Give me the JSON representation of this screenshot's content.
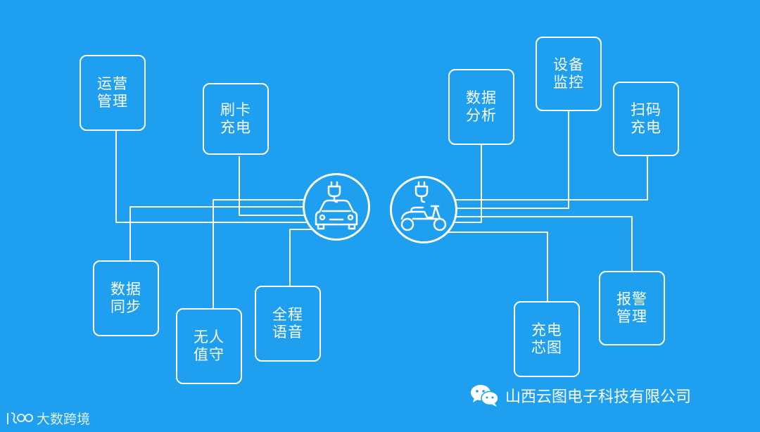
{
  "diagram": {
    "left_hub_icon": "car-charging-icon",
    "right_hub_icon": "scooter-charging-icon",
    "left_features": [
      {
        "id": "operations",
        "line1": "运营",
        "line2": "管理"
      },
      {
        "id": "card",
        "line1": "刷卡",
        "line2": "充电"
      },
      {
        "id": "sync",
        "line1": "数据",
        "line2": "同步"
      },
      {
        "id": "unattended",
        "line1": "无人",
        "line2": "值守"
      },
      {
        "id": "voice",
        "line1": "全程",
        "line2": "语音"
      }
    ],
    "right_features": [
      {
        "id": "analysis",
        "line1": "数据",
        "line2": "分析"
      },
      {
        "id": "monitor",
        "line1": "设备",
        "line2": "监控"
      },
      {
        "id": "scan",
        "line1": "扫码",
        "line2": "充电"
      },
      {
        "id": "alarm",
        "line1": "报警",
        "line2": "管理"
      },
      {
        "id": "chip",
        "line1": "充电",
        "line2": "芯图"
      }
    ]
  },
  "footer": {
    "company_name": "山西云图电子科技有限公司",
    "company_icon": "wechat-icon",
    "watermark_text": "大数跨境",
    "watermark_icon": "site-logo-icon"
  },
  "colors": {
    "background": "#1f9ff0",
    "foreground": "#ffffff"
  }
}
